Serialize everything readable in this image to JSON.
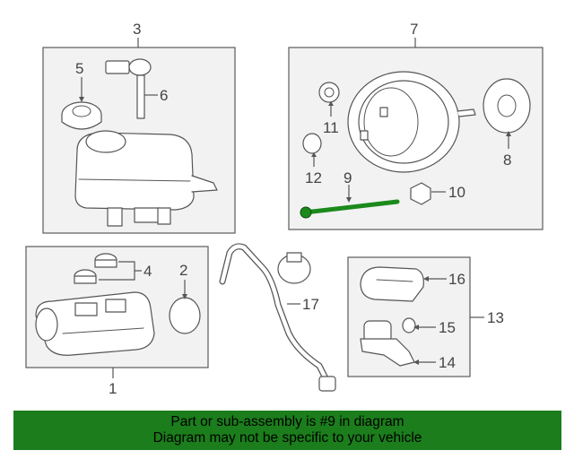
{
  "callouts": {
    "n1": "1",
    "n2": "2",
    "n3": "3",
    "n4": "4",
    "n5": "5",
    "n6": "6",
    "n7": "7",
    "n8": "8",
    "n9": "9",
    "n10": "10",
    "n11": "11",
    "n12": "12",
    "n13": "13",
    "n14": "14",
    "n15": "15",
    "n16": "16",
    "n17": "17"
  },
  "highlighted_part": "9",
  "colors": {
    "highlight": "#1b8a1b",
    "banner_bg": "#1b7d1b",
    "box_fill": "#f2f2f2",
    "line": "#555555"
  },
  "banner": {
    "line1": "Part or sub-assembly is #9 in diagram",
    "line2": "Diagram may not be specific to your vehicle"
  }
}
